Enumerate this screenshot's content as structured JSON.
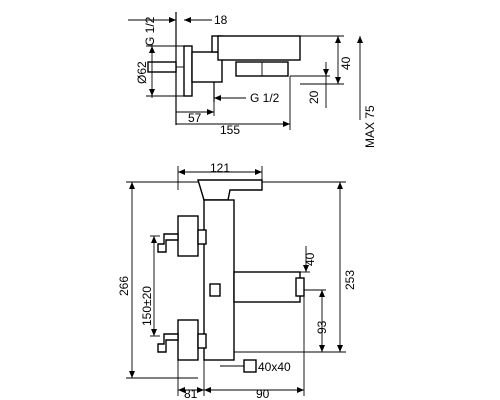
{
  "colors": {
    "line": "#000000",
    "background": "#ffffff"
  },
  "top_view": {
    "labels": {
      "g_half_top": "G 1/2",
      "d18": "18",
      "d62": "Ø62",
      "d40": "40",
      "g_half_bottom": "G 1/2",
      "d20": "20",
      "d57": "57",
      "d155": "155",
      "max75": "MAX 75"
    }
  },
  "front_view": {
    "labels": {
      "d121": "121",
      "d266": "266",
      "d150": "150±20",
      "d253": "253",
      "d40": "40",
      "d93": "93",
      "d40x40": "40x40",
      "d81": "81",
      "d90": "90"
    }
  }
}
